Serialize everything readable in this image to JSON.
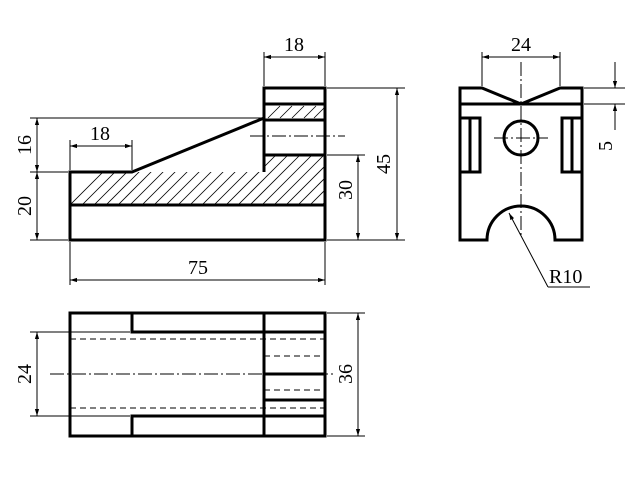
{
  "colors": {
    "line": "#000000",
    "background": "#ffffff"
  },
  "front_view": {
    "dim_top_width": "18",
    "dim_slope_width": "18",
    "dim_total_length": "75",
    "dim_slope_height": "16",
    "dim_base_height": "20",
    "dim_hatch_height": "30",
    "dim_total_height": "45"
  },
  "side_view": {
    "dim_groove_width": "24",
    "dim_groove_depth": "5",
    "dim_radius": "R10"
  },
  "top_view": {
    "dim_slot_width": "24",
    "dim_total_width": "36"
  }
}
